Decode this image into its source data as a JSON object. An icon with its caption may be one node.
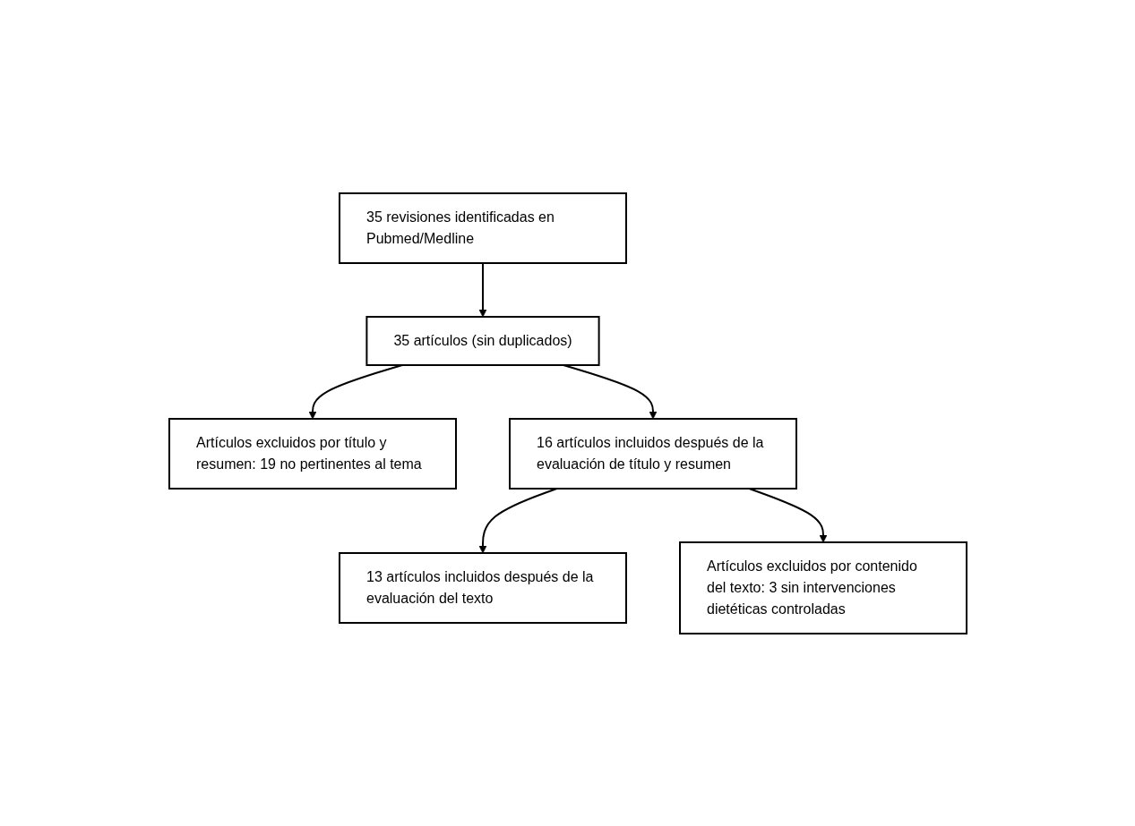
{
  "diagram": {
    "nodes": [
      {
        "text": [
          "35 revisiones identificadas en Pubmed/Medline"
        ]
      },
      {
        "text": [
          "35 artículos (sin duplicados)"
        ]
      },
      {
        "text": [
          "Artículos excluidos por título y resumen: 19 no pertinentes al tema"
        ]
      },
      {
        "text": [
          "16 artículos incluidos después de la evaluación de título y resumen"
        ]
      },
      {
        "text": [
          "Artículos excluidos por contenido del texto: 3 sin intervenciones dietéticas controladas"
        ]
      },
      {
        "text": [
          "13 artículos incluidos después de la evaluación del texto"
        ]
      }
    ],
    "edges": [
      {
        "from": 0,
        "to": 1,
        "arrow": "to"
      },
      {
        "from": 1,
        "to": 3,
        "arrow": "to"
      },
      {
        "from": 1,
        "to": 2,
        "arrow": "to"
      },
      {
        "from": 3,
        "to": 5,
        "arrow": "to"
      },
      {
        "from": 3,
        "to": 4,
        "arrow": "to"
      }
    ]
  }
}
